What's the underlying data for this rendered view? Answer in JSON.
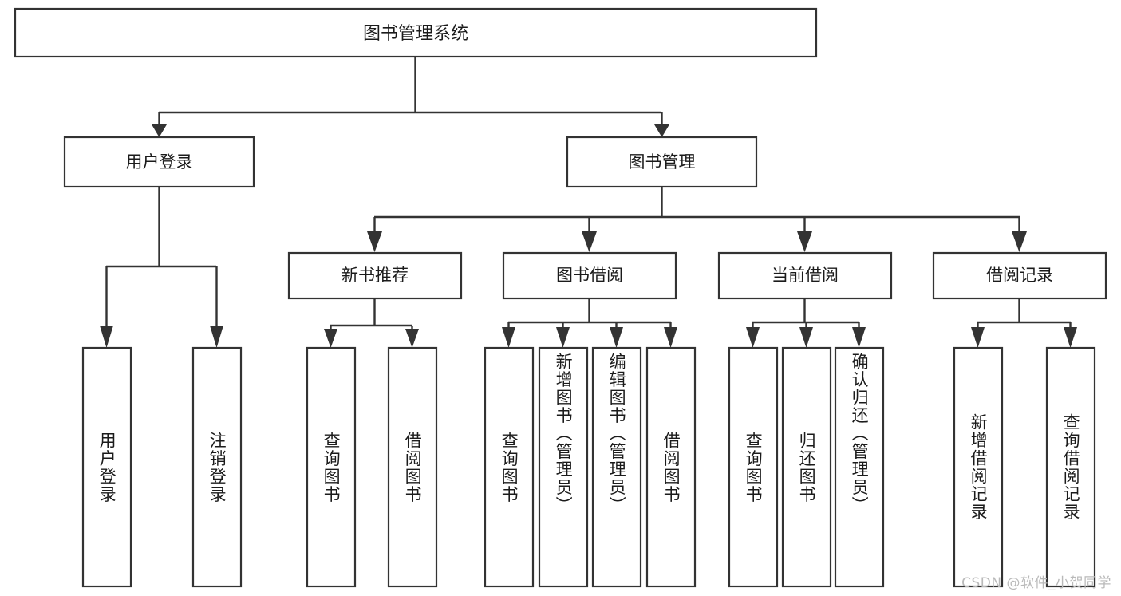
{
  "diagram": {
    "title": "图书管理系统",
    "type": "tree-hierarchy-chart",
    "orientation": "top-down",
    "colors": {
      "box_fill": "#ffffff",
      "box_stroke": "#333333",
      "line": "#333333",
      "text": "#1b1b1b",
      "background": "#ffffff",
      "watermark": "#b9b9b9"
    },
    "root": {
      "id": "root",
      "label": "图书管理系统"
    },
    "level2": [
      {
        "id": "user-login",
        "label": "用户登录"
      },
      {
        "id": "book-manage",
        "label": "图书管理"
      }
    ],
    "level3": [
      {
        "id": "new-book-recommend",
        "label": "新书推荐",
        "parent": "book-manage"
      },
      {
        "id": "book-borrow",
        "label": "图书借阅",
        "parent": "book-manage"
      },
      {
        "id": "current-borrow",
        "label": "当前借阅",
        "parent": "book-manage"
      },
      {
        "id": "borrow-record",
        "label": "借阅记录",
        "parent": "book-manage"
      }
    ],
    "leaves": {
      "user-login": [
        {
          "id": "leaf-user-login",
          "label": "用户登录"
        },
        {
          "id": "leaf-user-logout",
          "label": "注销登录"
        }
      ],
      "new-book-recommend": [
        {
          "id": "leaf-query-book-1",
          "label": "查询图书"
        },
        {
          "id": "leaf-borrow-book-1",
          "label": "借阅图书"
        }
      ],
      "book-borrow": [
        {
          "id": "leaf-query-book-2",
          "label": "查询图书"
        },
        {
          "id": "leaf-add-book",
          "label": "新增图书（管理员）"
        },
        {
          "id": "leaf-edit-book",
          "label": "编辑图书（管理员）"
        },
        {
          "id": "leaf-borrow-book-2",
          "label": "借阅图书"
        }
      ],
      "current-borrow": [
        {
          "id": "leaf-query-book-3",
          "label": "查询图书"
        },
        {
          "id": "leaf-return-book",
          "label": "归还图书"
        },
        {
          "id": "leaf-confirm-return",
          "label": "确认归还（管理员）"
        }
      ],
      "borrow-record": [
        {
          "id": "leaf-add-record",
          "label": "新增借阅记录"
        },
        {
          "id": "leaf-query-record",
          "label": "查询借阅记录"
        }
      ]
    }
  },
  "watermark": {
    "text": "CSDN @软件_小贺同学"
  }
}
